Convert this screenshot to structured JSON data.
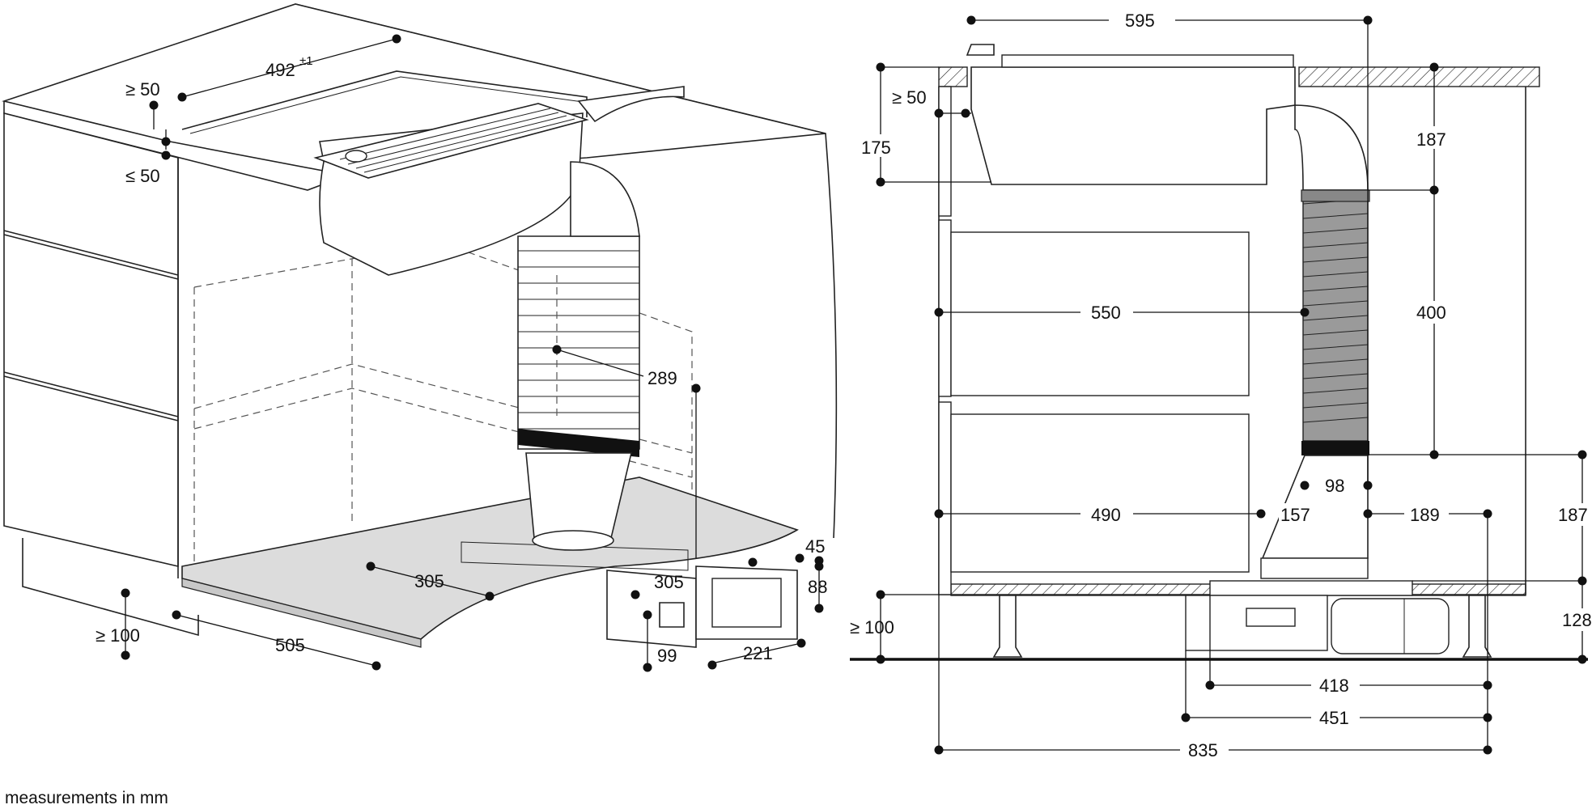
{
  "footnote": "measurements in mm",
  "perspective_view": {
    "dims": {
      "cutout_depth": "492",
      "cutout_depth_tol": "±1",
      "gap_min_top": "≥ 50",
      "gap_max": "≤ 50",
      "plinth_min": "≥ 100",
      "base_depth": "505",
      "duct_offset_a": "305",
      "duct_offset_b": "305",
      "module_height": "289",
      "duct_gap": "45",
      "duct_height": "88",
      "duct_width": "221",
      "fan_height": "99"
    }
  },
  "side_view": {
    "dims": {
      "hob_width": "595",
      "gap_min": "≥ 50",
      "unit_height": "175",
      "upper_section": "187",
      "drawer_depth_upper": "550",
      "tube_length": "400",
      "drawer_depth_lower": "490",
      "tube_diameter": "98",
      "offset_157": "157",
      "offset_189": "189",
      "lower_section": "187",
      "plinth_min": "≥ 100",
      "plinth_height": "128",
      "plinth_depth_418": "418",
      "plinth_depth_451": "451",
      "cabinet_depth": "835"
    }
  }
}
